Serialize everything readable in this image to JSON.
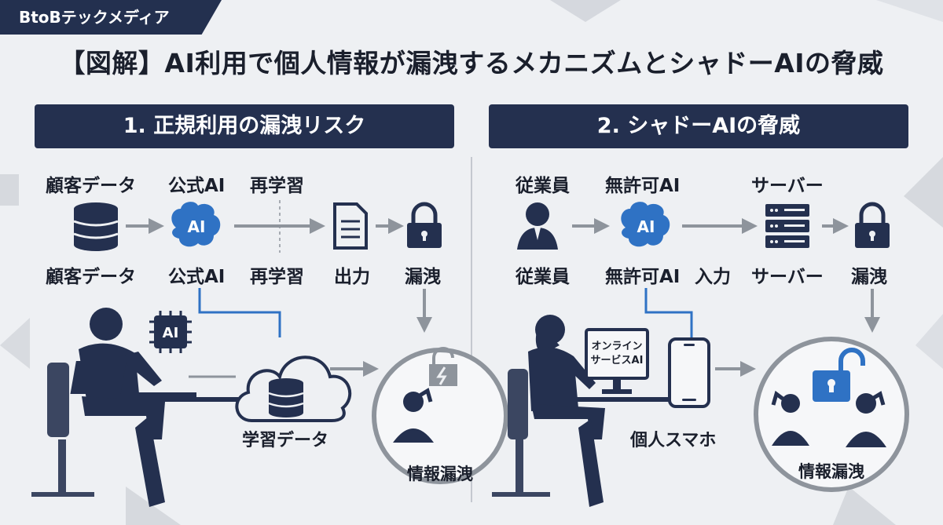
{
  "brand": "BtoBテックメディア",
  "title": "【図解】AI利用で個人情報が漏洩するメカニズムとシャドーAIの脅威",
  "left": {
    "header": "1. 正規利用の漏洩リスク",
    "top_labels": [
      "顧客データ",
      "公式AI",
      "再学習"
    ],
    "mid_labels": [
      "顧客データ",
      "公式AI",
      "再学習",
      "出力",
      "漏洩"
    ],
    "chip": "AI",
    "ai_icon": "AI",
    "cloud_label": "学習データ",
    "circle_label": "情報漏洩"
  },
  "right": {
    "header": "2. シャドーAIの脅威",
    "top_labels": [
      "従業員",
      "無許可AI",
      "サーバー"
    ],
    "mid_labels": [
      "従業員",
      "無許可AI",
      "入力",
      "サーバー",
      "漏洩"
    ],
    "ai_icon": "AI",
    "monitor_line1": "オンライン",
    "monitor_line2": "サービスAI",
    "phone_label": "個人スマホ",
    "circle_label": "情報漏洩"
  },
  "colors": {
    "navy": "#24304f",
    "blue": "#2f72c4",
    "gray": "#8e949c"
  }
}
